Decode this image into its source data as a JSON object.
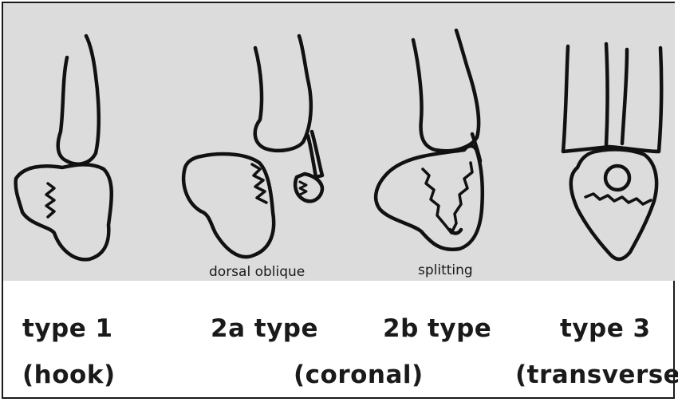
{
  "figure": {
    "sublabels": {
      "dorsal_oblique": "dorsal oblique",
      "splitting": "splitting"
    },
    "types": [
      {
        "label": "type 1"
      },
      {
        "label": "2a type"
      },
      {
        "label": "2b type"
      },
      {
        "label": "type 3"
      }
    ],
    "descriptors": {
      "hook": "(hook)",
      "coronal": "(coronal)",
      "transverse": "(transverse)"
    }
  }
}
